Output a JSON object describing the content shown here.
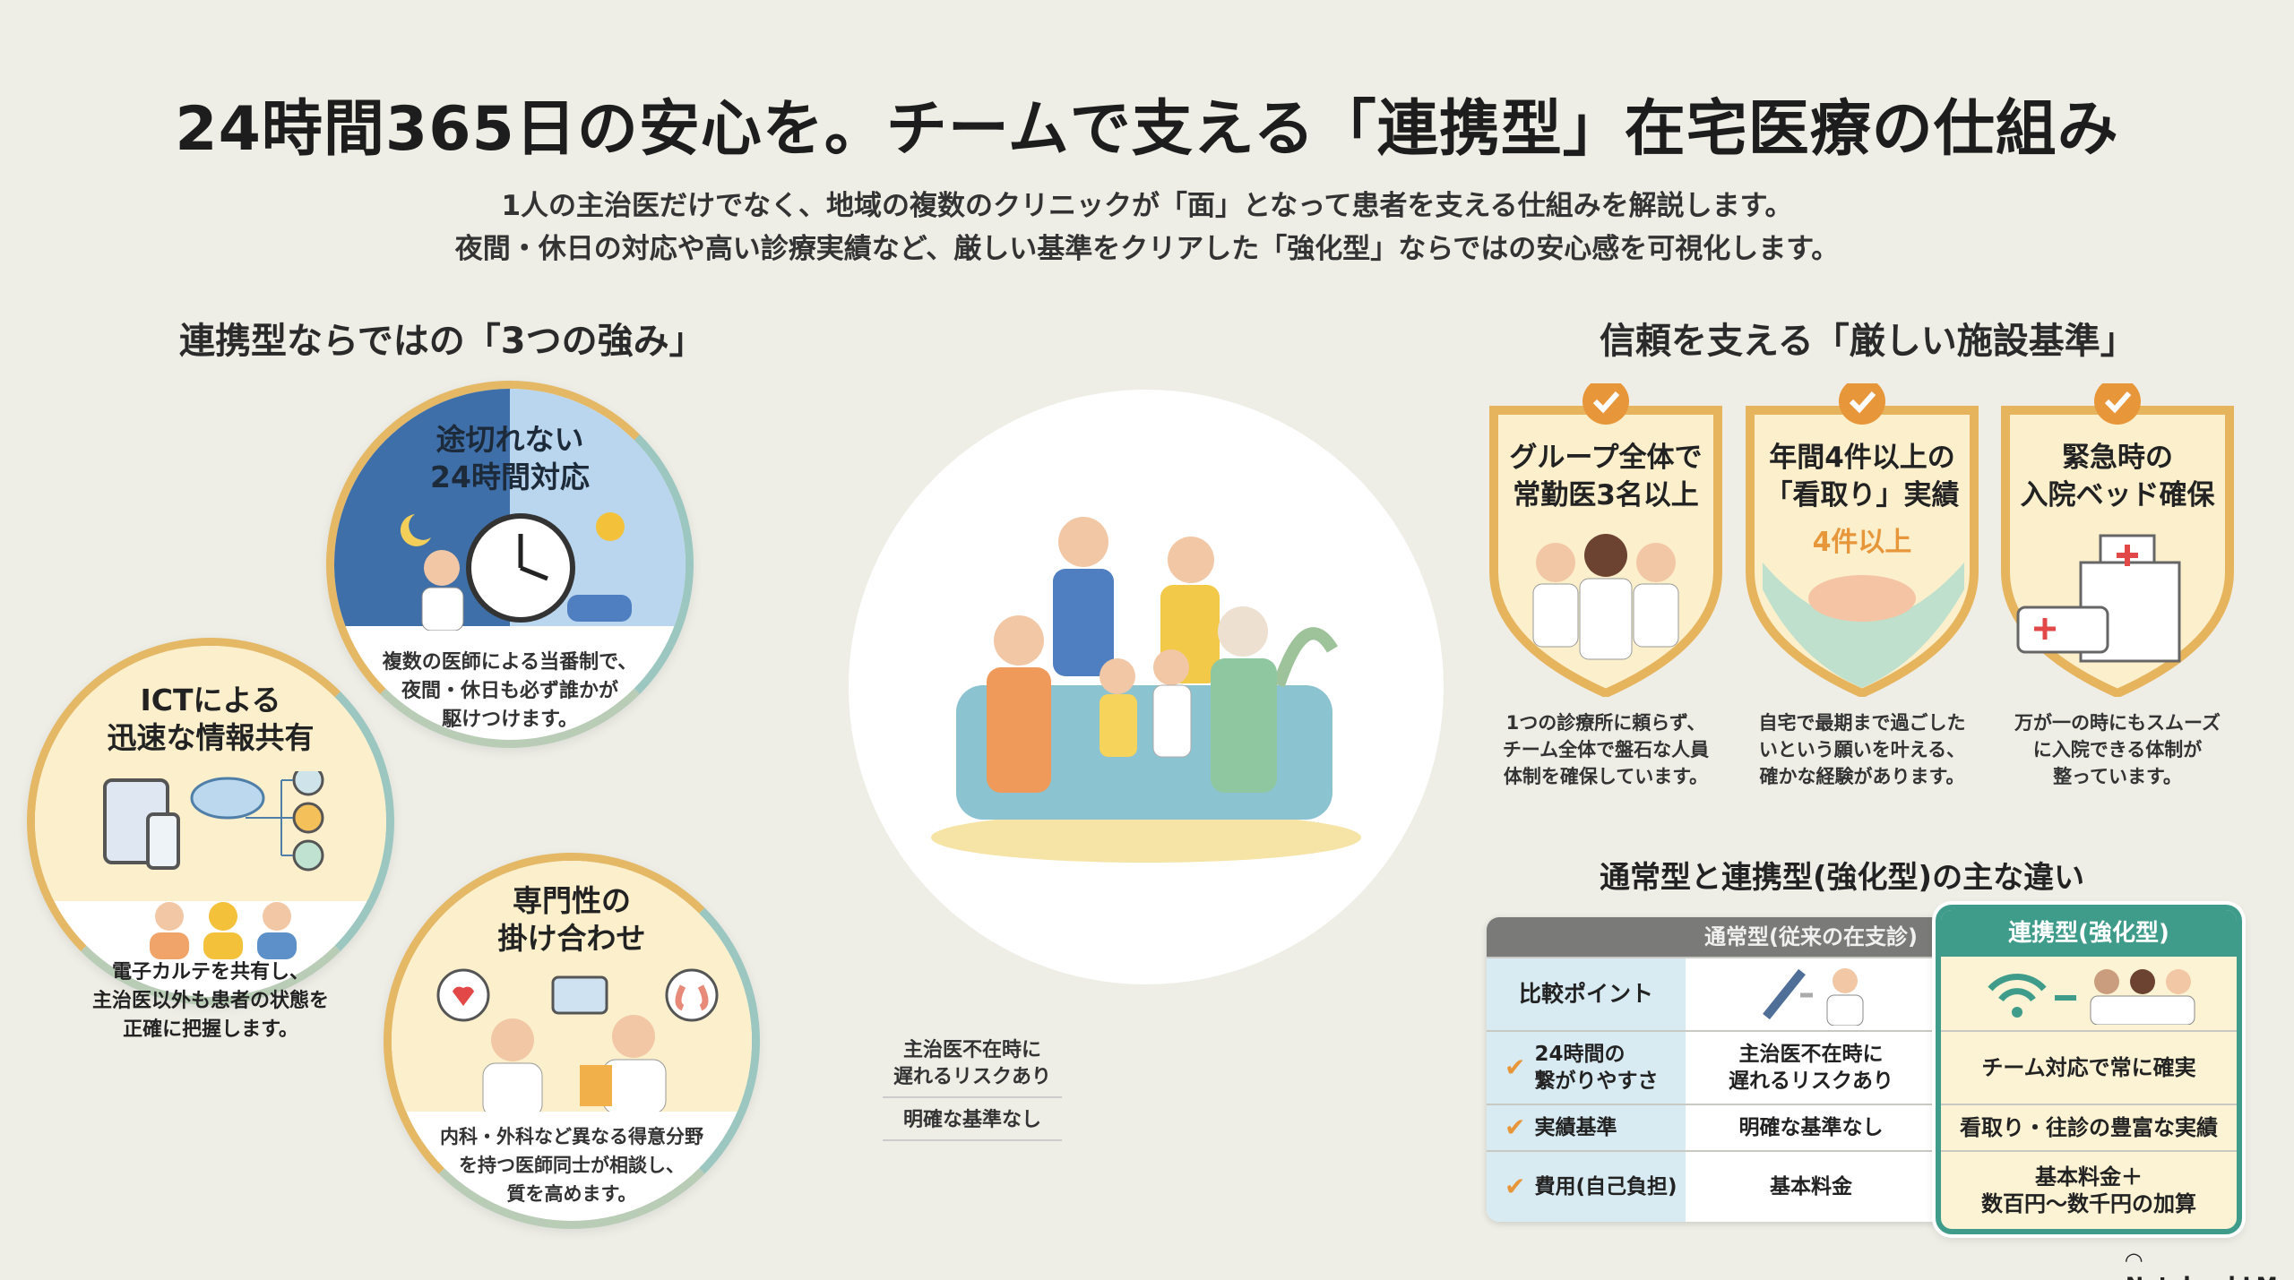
{
  "header": {
    "title": "24時間365日の安心を。チームで支える「連携型」在宅医療の仕組み",
    "subtitle_line1": "1人の主治医だけでなく、地域の複数のクリニックが「面」となって患者を支える仕組みを解説します。",
    "subtitle_line2": "夜間・休日の対応や高い診療実績など、厳しい基準をクリアした「強化型」ならではの安心感を可視化します。"
  },
  "strengths": {
    "heading": "連携型ならではの「3つの強み」",
    "items": [
      {
        "title1": "途切れない",
        "title2": "24時間対応",
        "desc1": "複数の医師による当番制で、",
        "desc2": "夜間・休日も必ず誰かが",
        "desc3": "駆けつけます。"
      },
      {
        "title1": "ICTによる",
        "title2": "迅速な情報共有",
        "desc1": "電子カルテを共有し、",
        "desc2": "主治医以外も患者の状態を",
        "desc3": "正確に把握します。"
      },
      {
        "title1": "専門性の",
        "title2": "掛け合わせ",
        "desc1": "内科・外科など異なる得意分野",
        "desc2": "を持つ医師同士が相談し、",
        "desc3": "質を高めます。"
      }
    ]
  },
  "stray_text": {
    "line1": "主治医不在時に",
    "line2": "遅れるリスクあり",
    "line3": "明確な基準なし"
  },
  "criteria": {
    "heading": "信頼を支える「厳しい施設基準」",
    "items": [
      {
        "title1": "グループ全体で",
        "title2": "常勤医3名以上",
        "badge": "",
        "cap1": "1つの診療所に頼らず、",
        "cap2": "チーム全体で盤石な人員",
        "cap3": "体制を確保しています。"
      },
      {
        "title1": "年間4件以上の",
        "title2": "「看取り」実績",
        "badge": "4件以上",
        "cap1": "自宅で最期まで過ごした",
        "cap2": "いという願いを叶える、",
        "cap3": "確かな経験があります。"
      },
      {
        "title1": "緊急時の",
        "title2": "入院ベッド確保",
        "badge": "",
        "cap1": "万が一の時にもスムーズ",
        "cap2": "に入院できる体制が",
        "cap3": "整っています。"
      }
    ]
  },
  "comparison": {
    "heading": "通常型と連携型(強化型)の主な違い",
    "col_normal": "通常型(従来の在支診)",
    "col_linked": "連携型(強化型)",
    "point_label": "比較ポイント",
    "rows": [
      {
        "label1": "24時間の",
        "label2": "繋がりやすさ",
        "normal1": "主治医不在時に",
        "normal2": "遅れるリスクあり",
        "linked1": "チーム対応で常に確実",
        "linked2": ""
      },
      {
        "label1": "実績基準",
        "label2": "",
        "normal1": "明確な基準なし",
        "normal2": "",
        "linked1": "看取り・往診の豊富な実績",
        "linked2": ""
      },
      {
        "label1": "費用(自己負担)",
        "label2": "",
        "normal1": "基本料金",
        "normal2": "",
        "linked1": "基本料金＋",
        "linked2": "数百円～数千円の加算"
      }
    ]
  },
  "footer": {
    "brand": "NotebookLM"
  },
  "colors": {
    "accent": "#e8963a",
    "shield": "#e7b45e",
    "teal": "#3f9c8a",
    "tableHeader": "#7a7a78",
    "pointCol": "#d8ebf3"
  }
}
